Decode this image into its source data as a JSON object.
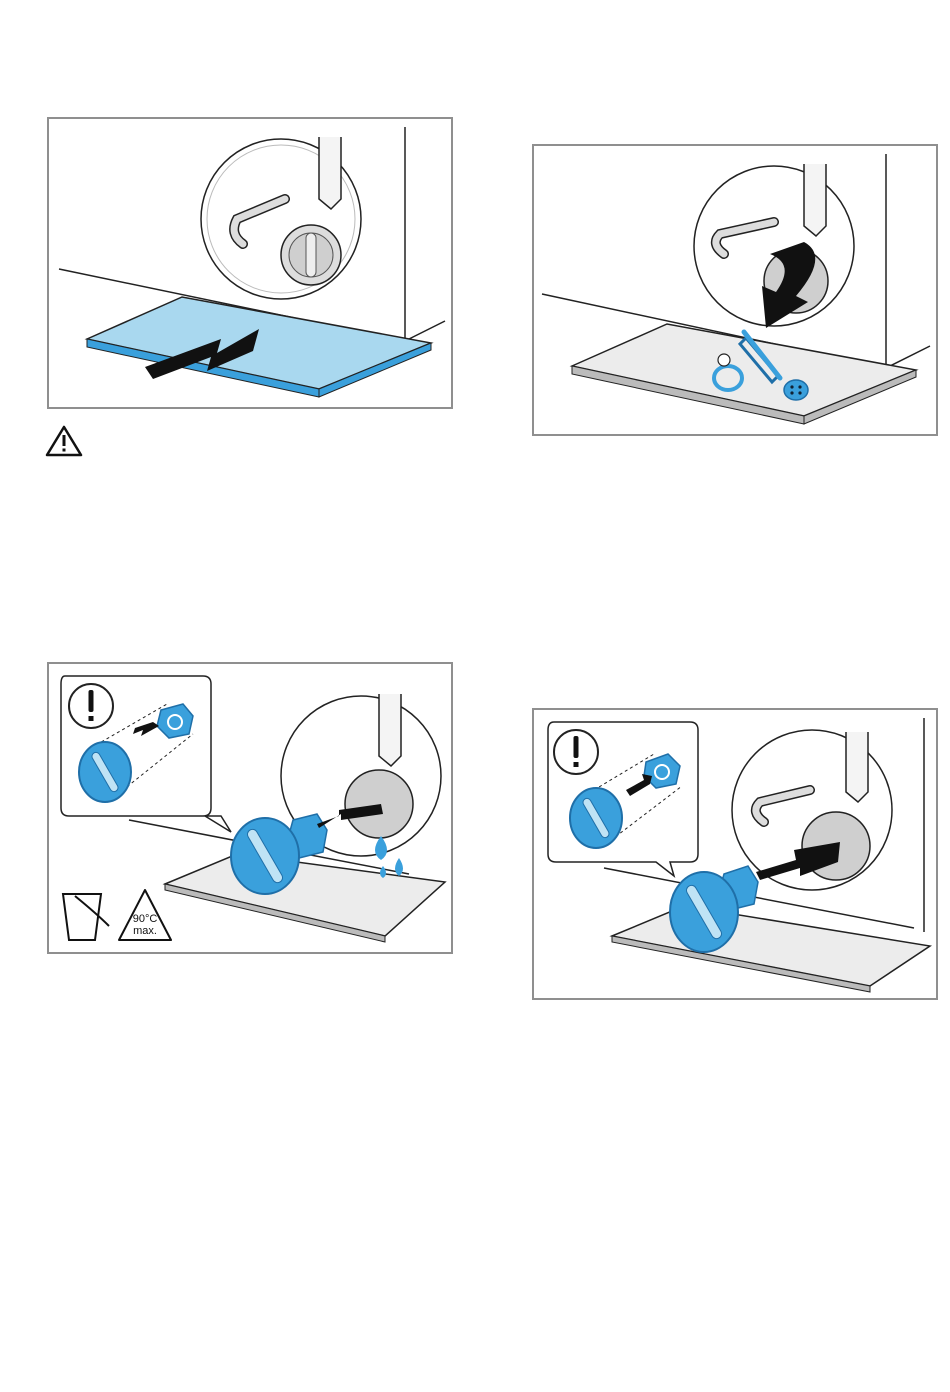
{
  "page": {
    "warning_icon": "warning-triangle-icon",
    "colors": {
      "frame": "#8f8f8f",
      "accent_blue": "#3aa0dc",
      "light_blue": "#a9d8ef",
      "gray_fill": "#c8c8c8",
      "stroke": "#222222"
    }
  },
  "figures": {
    "tray": {
      "name": "place-tray-illustration"
    },
    "debris": {
      "name": "remove-debris-illustration"
    },
    "unscrew": {
      "name": "unscrew-filter-illustration",
      "temp_label_line1": "90°C",
      "temp_label_line2": "max."
    },
    "reinsert": {
      "name": "reinsert-filter-illustration"
    }
  }
}
